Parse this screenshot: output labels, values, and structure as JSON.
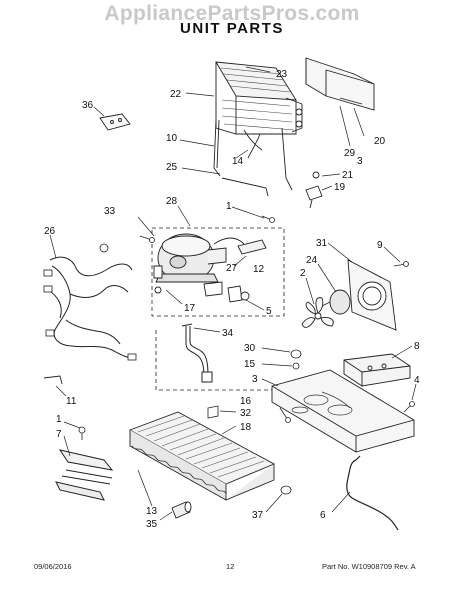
{
  "watermark": "AppliancePartsPros.com",
  "title": "UNIT PARTS",
  "callouts": {
    "c22": "22",
    "c23": "23",
    "c36": "36",
    "c20": "20",
    "c10": "10",
    "c29": "29",
    "c3a": "3",
    "c14": "14",
    "c25": "25",
    "c21": "21",
    "c19": "19",
    "c28": "28",
    "c1a": "1",
    "c33": "33",
    "c26": "26",
    "c31": "31",
    "c9": "9",
    "c24": "24",
    "c2": "2",
    "c27": "27",
    "c12": "12",
    "c17": "17",
    "c5": "5",
    "c34": "34",
    "c8": "8",
    "c30": "30",
    "c15": "15",
    "c3b": "3",
    "c4": "4",
    "c11": "11",
    "c16": "16",
    "c32": "32",
    "c1b": "1",
    "c18": "18",
    "c7": "7",
    "c13": "13",
    "c35": "35",
    "c37": "37",
    "c6": "6"
  },
  "footer": {
    "date": "09/06/2016",
    "page": "12",
    "part_no": "Part No.  W10908709  Rev. A"
  }
}
